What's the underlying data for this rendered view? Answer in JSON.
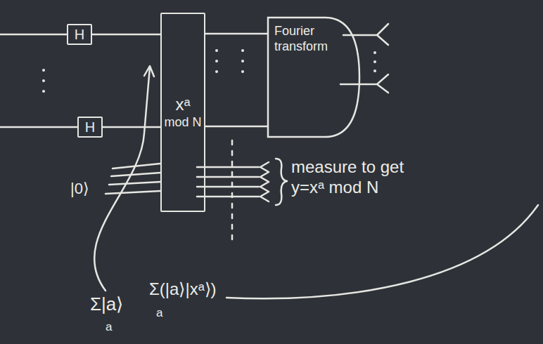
{
  "diagram": {
    "nodes": [
      {
        "text": [
          "H"
        ]
      },
      {
        "text": [
          "H"
        ]
      },
      {
        "text": [
          "xᵃ",
          "mod N"
        ]
      },
      {
        "text": [
          "Fourier transform"
        ]
      }
    ],
    "edges": [
      {
        "from": 0,
        "to": 2,
        "arrow": "none"
      },
      {
        "from": 1,
        "to": 2,
        "arrow": "none"
      },
      {
        "from": 2,
        "to": 3,
        "arrow": "none"
      },
      {
        "from": 2,
        "to": 3,
        "arrow": "none"
      }
    ],
    "labels": [
      "|0⟩",
      "measure to get y=xᵃ mod N",
      "Σ|a⟩",
      "a",
      "Σ(|a⟩|xᵃ⟩)",
      "a"
    ]
  }
}
